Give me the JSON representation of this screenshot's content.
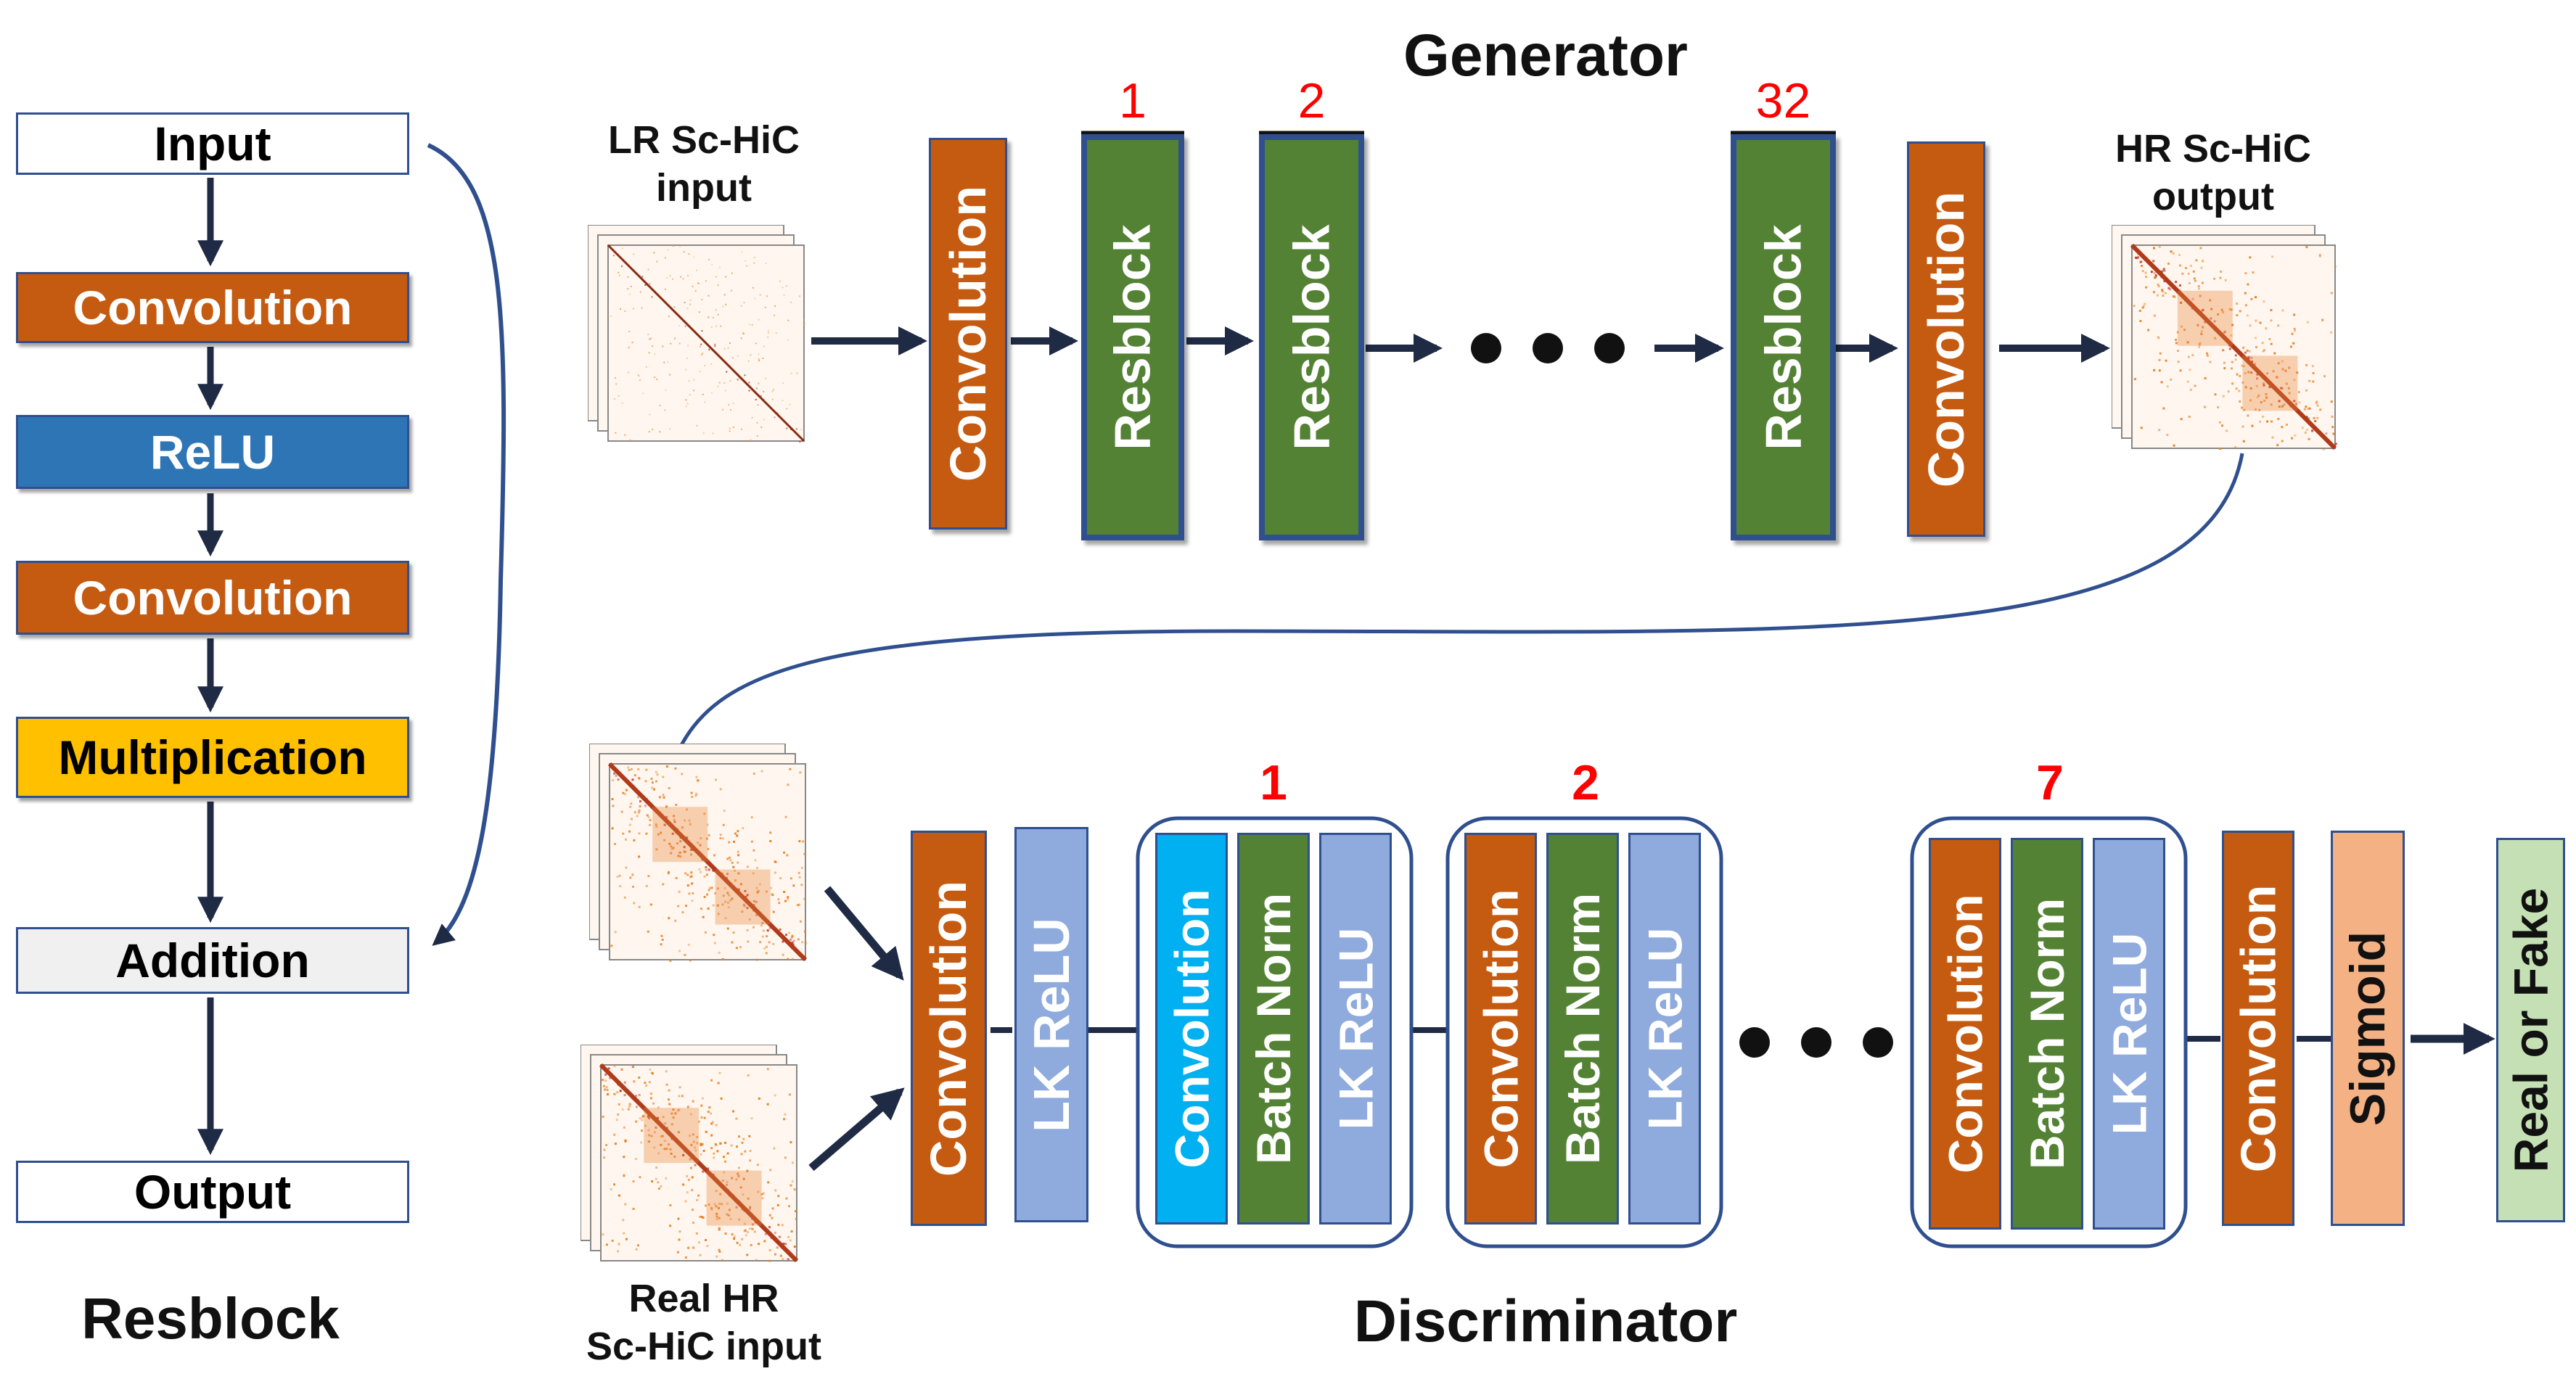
{
  "resblock_panel": {
    "title": "Resblock",
    "steps": [
      "Input",
      "Convolution",
      "ReLU",
      "Convolution",
      "Multiplication",
      "Addition",
      "Output"
    ]
  },
  "generator": {
    "title": "Generator",
    "input_label_1": "LR Sc-HiC",
    "input_label_2": "input",
    "output_label_1": "HR Sc-HiC",
    "output_label_2": "output",
    "conv_label": "Convolution",
    "resblock_label": "Resblock",
    "resblock_indices": [
      "1",
      "2",
      "32"
    ]
  },
  "discriminator": {
    "title": "Discriminator",
    "real_input_label_1": "Real HR",
    "real_input_label_2": "Sc-HiC input",
    "conv_label": "Convolution",
    "lkrelu_label": "LK ReLU",
    "batchnorm_label": "Batch Norm",
    "sigmoid_label": "Sigmoid",
    "output_label": "Real or Fake",
    "block_indices": [
      "1",
      "2",
      "7"
    ]
  },
  "colors": {
    "orange": "#c55a11",
    "green": "#548235",
    "steel_blue": "#2e75b6",
    "light_blue": "#8faadc",
    "cyan": "#00b0f0",
    "gold": "#ffc000",
    "peach": "#f4b183",
    "pale_green": "#c5e0b4",
    "index_red": "#ff0000"
  }
}
